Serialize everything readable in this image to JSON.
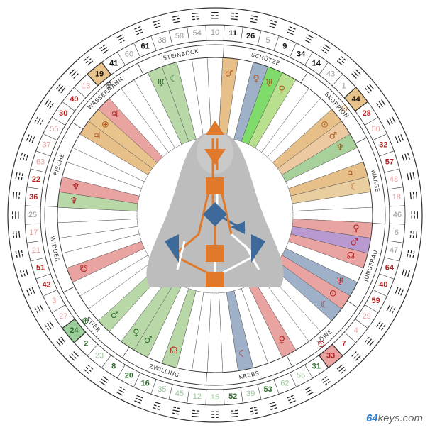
{
  "brand": {
    "prefix": "64",
    "suffix": "keys.com"
  },
  "signs": [
    "STEINBOCK",
    "SCHÜTZE",
    "SKORPION",
    "WAAGE",
    "JUNGFRAU",
    "LÖWE",
    "KREBS",
    "ZWILLING",
    "STIER",
    "WIDDER",
    "FISCHE",
    "WASSERMANN"
  ],
  "gates": [
    {
      "n": "10",
      "c": "#999999"
    },
    {
      "n": "11",
      "c": "#111111"
    },
    {
      "n": "26",
      "c": "#111111"
    },
    {
      "n": "5",
      "c": "#999999"
    },
    {
      "n": "9",
      "c": "#111111"
    },
    {
      "n": "34",
      "c": "#111111"
    },
    {
      "n": "14",
      "c": "#111111"
    },
    {
      "n": "43",
      "c": "#999999"
    },
    {
      "n": "1",
      "c": "#999999"
    },
    {
      "n": "44",
      "c": "#111111",
      "hl": "#e9c38c"
    },
    {
      "n": "28",
      "c": "#b22222"
    },
    {
      "n": "50",
      "c": "#e6a0a0"
    },
    {
      "n": "32",
      "c": "#b22222"
    },
    {
      "n": "57",
      "c": "#b22222"
    },
    {
      "n": "48",
      "c": "#e6a0a0"
    },
    {
      "n": "18",
      "c": "#e6a0a0"
    },
    {
      "n": "46",
      "c": "#999999"
    },
    {
      "n": "6",
      "c": "#999999"
    },
    {
      "n": "47",
      "c": "#999999"
    },
    {
      "n": "64",
      "c": "#b22222"
    },
    {
      "n": "40",
      "c": "#b22222"
    },
    {
      "n": "59",
      "c": "#b22222"
    },
    {
      "n": "29",
      "c": "#e6a0a0"
    },
    {
      "n": "4",
      "c": "#e6a0a0"
    },
    {
      "n": "7",
      "c": "#b22222"
    },
    {
      "n": "33",
      "c": "#b22222",
      "hl": "#e9a3a0"
    },
    {
      "n": "31",
      "c": "#2f6b2f"
    },
    {
      "n": "56",
      "c": "#9ac59a"
    },
    {
      "n": "62",
      "c": "#9ac59a"
    },
    {
      "n": "53",
      "c": "#2f6b2f"
    },
    {
      "n": "39",
      "c": "#9ac59a"
    },
    {
      "n": "52",
      "c": "#2f6b2f"
    },
    {
      "n": "15",
      "c": "#9ac59a"
    },
    {
      "n": "12",
      "c": "#9ac59a"
    },
    {
      "n": "45",
      "c": "#9ac59a"
    },
    {
      "n": "35",
      "c": "#9ac59a"
    },
    {
      "n": "16",
      "c": "#2f6b2f"
    },
    {
      "n": "20",
      "c": "#2f6b2f"
    },
    {
      "n": "8",
      "c": "#2f6b2f"
    },
    {
      "n": "23",
      "c": "#9ac59a"
    },
    {
      "n": "2",
      "c": "#2f6b2f"
    },
    {
      "n": "24",
      "c": "#2f6b2f",
      "hl": "#9ccf9c"
    },
    {
      "n": "27",
      "c": "#e6a0a0"
    },
    {
      "n": "3",
      "c": "#e6a0a0"
    },
    {
      "n": "42",
      "c": "#b22222"
    },
    {
      "n": "51",
      "c": "#b22222"
    },
    {
      "n": "21",
      "c": "#e6a0a0"
    },
    {
      "n": "17",
      "c": "#e6a0a0"
    },
    {
      "n": "25",
      "c": "#999999"
    },
    {
      "n": "36",
      "c": "#b22222"
    },
    {
      "n": "22",
      "c": "#b22222"
    },
    {
      "n": "63",
      "c": "#e6a0a0"
    },
    {
      "n": "37",
      "c": "#e6a0a0"
    },
    {
      "n": "55",
      "c": "#e6a0a0"
    },
    {
      "n": "30",
      "c": "#b22222"
    },
    {
      "n": "49",
      "c": "#b22222"
    },
    {
      "n": "13",
      "c": "#e6a0a0"
    },
    {
      "n": "19",
      "c": "#111111",
      "hl": "#e9c38c"
    },
    {
      "n": "41",
      "c": "#111111"
    },
    {
      "n": "60",
      "c": "#999999"
    },
    {
      "n": "61",
      "c": "#111111"
    },
    {
      "n": "38",
      "c": "#999999"
    },
    {
      "n": "58",
      "c": "#999999"
    },
    {
      "n": "54",
      "c": "#999999"
    }
  ],
  "planets": [
    {
      "g": 1,
      "s": "♂",
      "c": "#b35a1f",
      "f": "#e7c089"
    },
    {
      "g": 3,
      "s": "♀",
      "c": "#b35a1f",
      "f": "#9fb1c9"
    },
    {
      "g": 4,
      "s": "♅",
      "c": "#b35a1f",
      "f": "#7fdc6a"
    },
    {
      "g": 5,
      "s": "♀",
      "c": "#b35a1f",
      "f": "#b9e08f"
    },
    {
      "g": 9,
      "s": "⊙",
      "c": "#b35a1f",
      "f": "#e7c089"
    },
    {
      "g": 10,
      "s": "♂",
      "c": "#b35a1f",
      "f": "#ecc9a0"
    },
    {
      "g": 11,
      "s": "♆",
      "c": "#b35a1f",
      "f": "#a7d09a"
    },
    {
      "g": 13,
      "s": "♃",
      "c": "#b35a1f",
      "f": "#e7c089"
    },
    {
      "g": 14,
      "s": "☾",
      "c": "#b35a1f",
      "f": "#e9cfa0"
    },
    {
      "g": 17,
      "s": "♀",
      "c": "#b22222",
      "f": "#e9a3a0"
    },
    {
      "g": 18,
      "s": "♂",
      "c": "#b22222",
      "f": "#b99ad0"
    },
    {
      "g": 19,
      "s": "☊",
      "c": "#b22222",
      "f": "#e9a3a0"
    },
    {
      "g": 21,
      "s": "♅",
      "c": "#b22222",
      "f": "#9fb1c9"
    },
    {
      "g": 22,
      "s": "⊙",
      "c": "#b22222",
      "f": "#e9a3a0"
    },
    {
      "g": 23,
      "s": "☾",
      "c": "#b22222",
      "f": "#9fb1c9"
    },
    {
      "g": 27,
      "s": "♀",
      "c": "#b22222",
      "f": "#e9a3a0"
    },
    {
      "g": 30,
      "s": "☾",
      "c": "#b22222",
      "f": "#9fb1c9"
    },
    {
      "g": 35,
      "s": "☊",
      "c": "#b22222",
      "f": "#b9d8a8"
    },
    {
      "g": 37,
      "s": "♂",
      "c": "#2f6b2f",
      "f": "#b9d8a8"
    },
    {
      "g": 38,
      "s": "♀",
      "c": "#2f6b2f",
      "f": "#b9d8a8"
    },
    {
      "g": 40,
      "s": "♂",
      "c": "#2f6b2f",
      "f": "#b9d8a8"
    },
    {
      "g": 44,
      "s": "☋",
      "c": "#b22222",
      "f": "#e9a3a0"
    },
    {
      "g": 49,
      "s": "♆",
      "c": "#b22222",
      "f": "#b9d8a8"
    },
    {
      "g": 50,
      "s": "♆",
      "c": "#b22222",
      "f": "#e9a3a0"
    },
    {
      "g": 54,
      "s": "♃",
      "c": "#b35a1f",
      "f": "#e7c089"
    },
    {
      "g": 55,
      "s": "⊕",
      "c": "#b35a1f",
      "f": "#e9c38c"
    },
    {
      "g": 56,
      "s": "♃",
      "c": "#b22222",
      "f": "#e9a3a0"
    },
    {
      "g": 60,
      "s": "♅",
      "c": "#2f6b2f",
      "f": "#b9d8a8"
    },
    {
      "g": 61,
      "s": "☾",
      "c": "#2f6b2f",
      "f": "#b9d8a8"
    }
  ],
  "hl_symbols": [
    {
      "g": 9,
      "s": "⊙",
      "c": "#b35a1f"
    },
    {
      "g": 25,
      "s": "⊙",
      "c": "#b22222"
    },
    {
      "g": 41,
      "s": "⊕",
      "c": "#2f6b2f"
    },
    {
      "g": 57,
      "s": "⊕",
      "c": "#333333"
    }
  ],
  "colors": {
    "ring": "#333333",
    "body": "#c8c8c8",
    "defined": "#e07a2a",
    "blue": "#3d6a9a"
  }
}
